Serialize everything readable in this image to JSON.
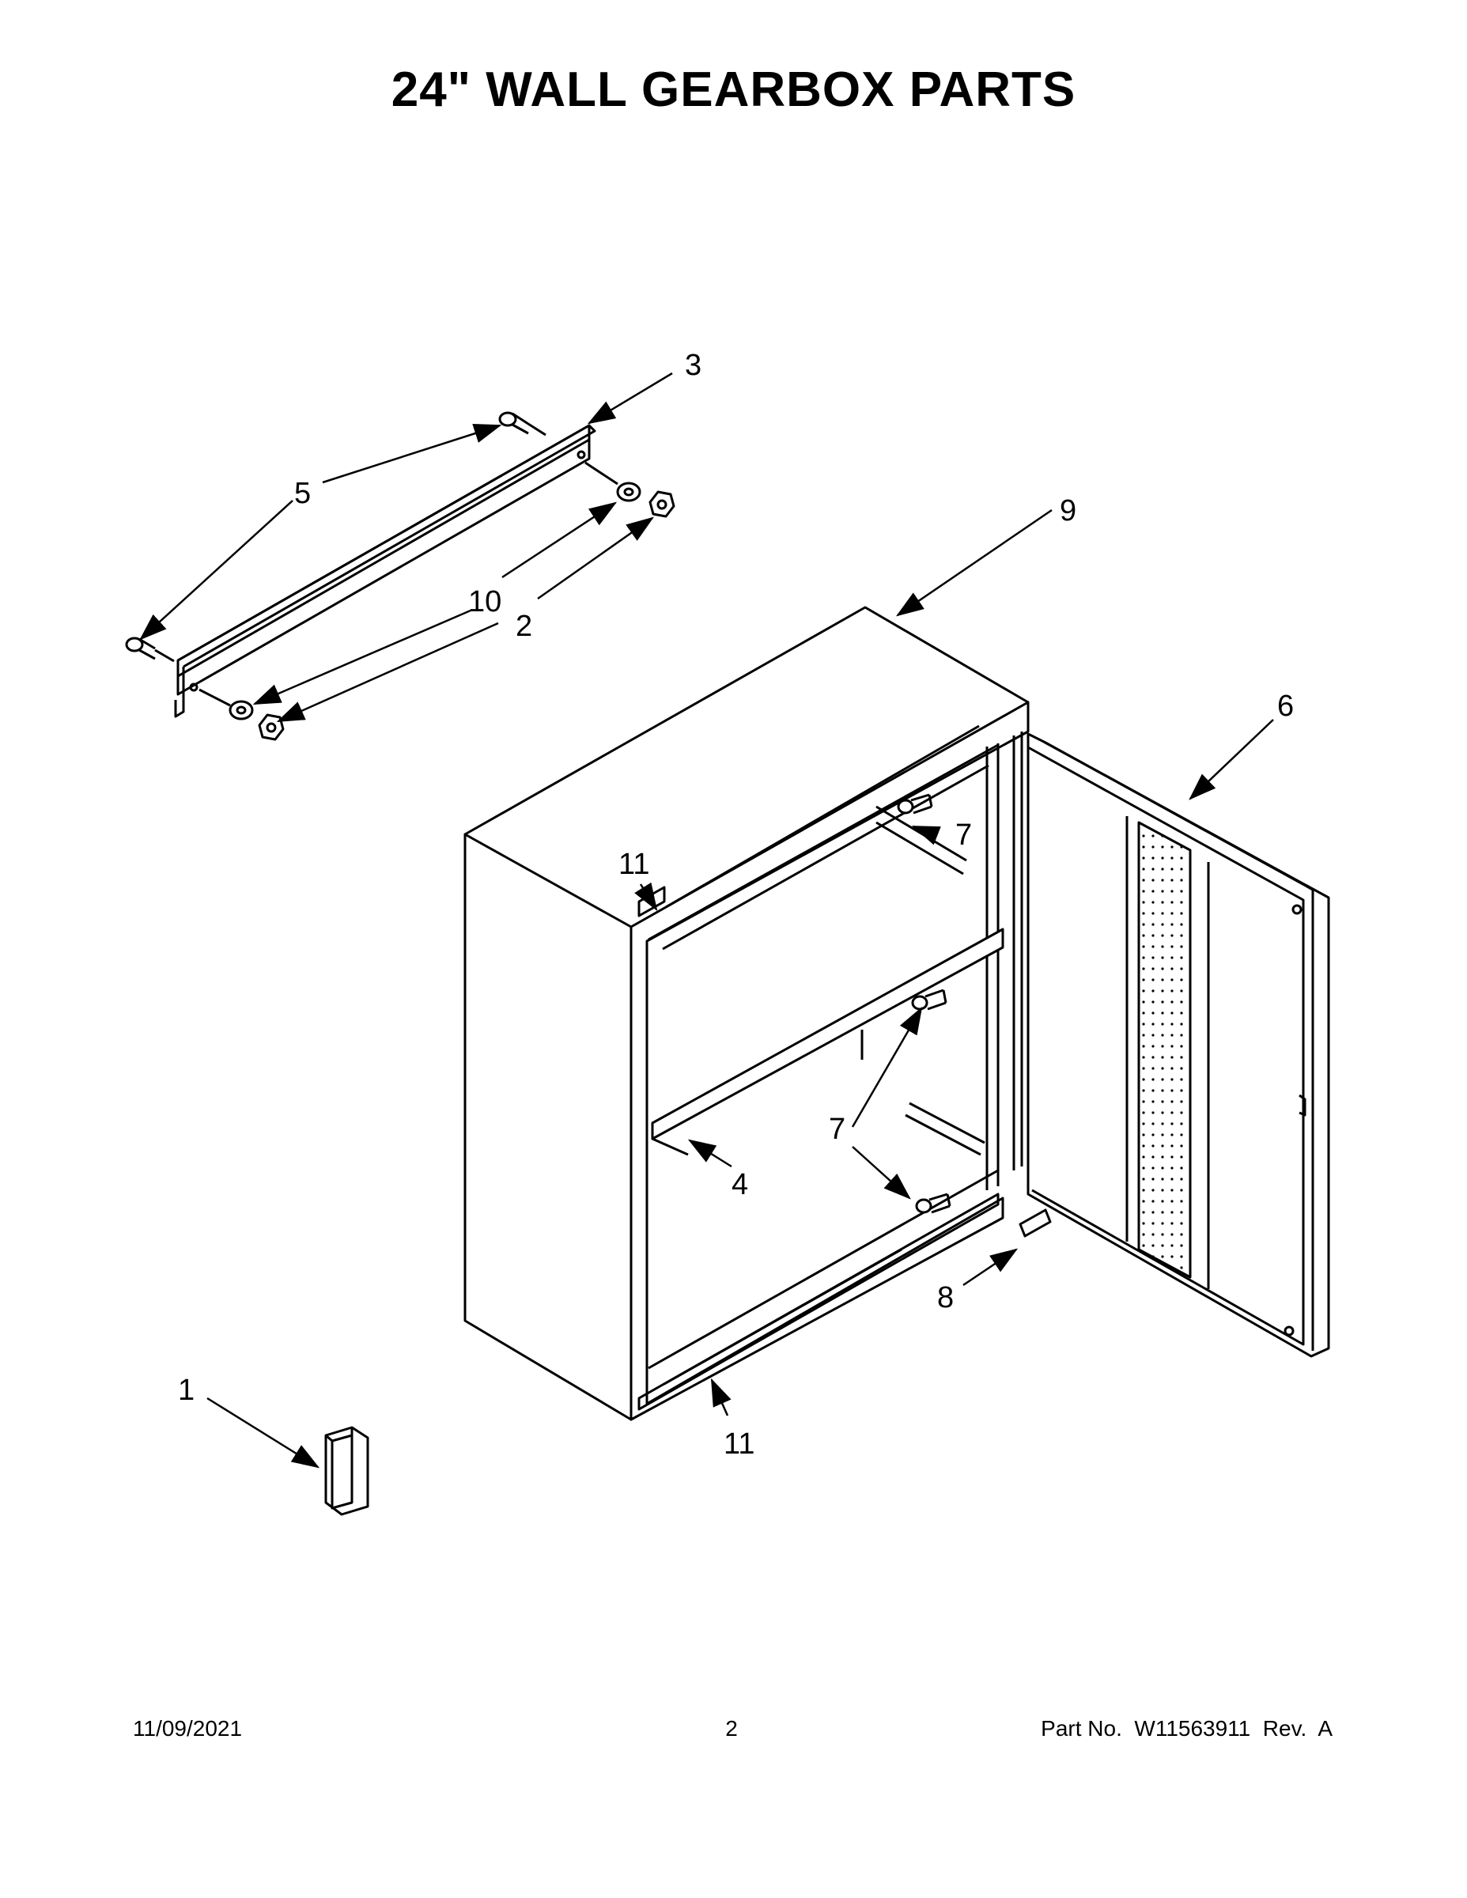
{
  "title": "24\" WALL GEARBOX PARTS",
  "callouts": {
    "c1": "1",
    "c2": "2",
    "c3": "3",
    "c4": "4",
    "c5": "5",
    "c6": "6",
    "c7": "7",
    "c8": "8",
    "c9": "9",
    "c10": "10",
    "c11": "11"
  },
  "footer": {
    "date": "11/09/2021",
    "page": "2",
    "part_no": "Part No.  W11563911  Rev.  A"
  }
}
